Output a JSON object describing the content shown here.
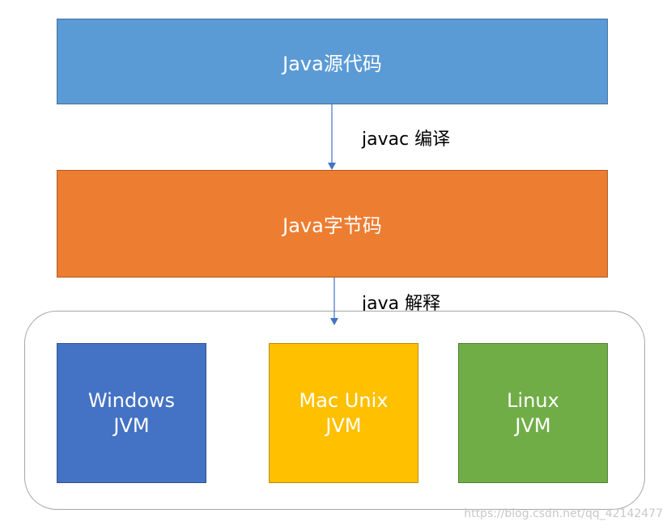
{
  "nodes": {
    "source": {
      "label": "Java源代码",
      "color": "#5b9bd5"
    },
    "bytecode": {
      "label": "Java字节码",
      "color": "#ed7d31"
    },
    "jvms": [
      {
        "line1": "Windows",
        "line2": "JVM",
        "color": "#4472c4"
      },
      {
        "line1": "Mac Unix",
        "line2": "JVM",
        "color": "#ffc000"
      },
      {
        "line1": "Linux",
        "line2": "JVM",
        "color": "#70ad47"
      }
    ]
  },
  "edges": {
    "compile": {
      "label": "javac 编译"
    },
    "interpret": {
      "label": "java 解释"
    }
  },
  "watermark": "https://blog.csdn.net/qq_42142477",
  "arrow_color": "#4472c4"
}
